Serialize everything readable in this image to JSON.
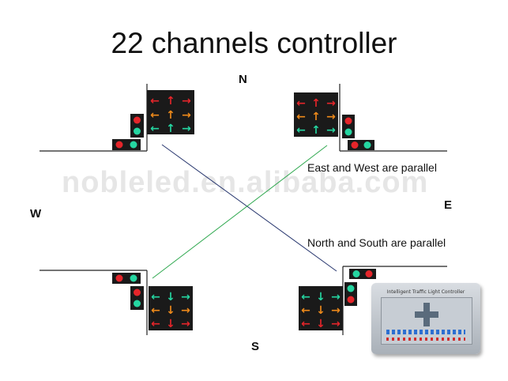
{
  "title": "22 channels controller",
  "directions": {
    "north": "N",
    "south": "S",
    "east": "E",
    "west": "W"
  },
  "notes": {
    "east_west": "East and West are parallel",
    "north_south": "North and South are parallel"
  },
  "watermark": "nobleled.en.alibaba.com",
  "controller": {
    "label": "Intelligent Traffic Light Controller"
  },
  "colors": {
    "red": "#e5252a",
    "amber": "#ee8a1a",
    "green": "#25d6a1",
    "signal_housing": "#1a1a1a",
    "diagonal_ne_sw": "#2fa84f",
    "diagonal_nw_se": "#27366e"
  }
}
